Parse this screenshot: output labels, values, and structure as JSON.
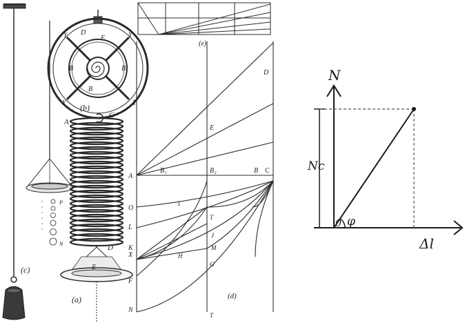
{
  "engraving": {
    "labels": {
      "a": "(a)",
      "b": "(b)",
      "c": "(c)",
      "d": "(d)",
      "e": "(e)",
      "A": "A",
      "C": "C",
      "D": "D",
      "B": "B",
      "B2": "B'",
      "Y": "Y",
      "E": "E",
      "F": "F",
      "L": "L",
      "K": "K",
      "O": "O",
      "N": "N",
      "X": "X",
      "T": "T",
      "B1": "B₁",
      "B_2": "B₂",
      "H": "H",
      "G": "G",
      "J": "J",
      "M": "M",
      "I": "I",
      "P": "P"
    },
    "colors": {
      "ink": "#2a2a2a",
      "paper": "#ffffff"
    }
  },
  "sketch": {
    "y_axis_label": "N",
    "x_axis_label": "Δl",
    "height_label": "Nc",
    "angle_label": "φ",
    "origin_label": "0",
    "colors": {
      "ink": "#1a1a1a",
      "dashed": "#555555"
    }
  }
}
